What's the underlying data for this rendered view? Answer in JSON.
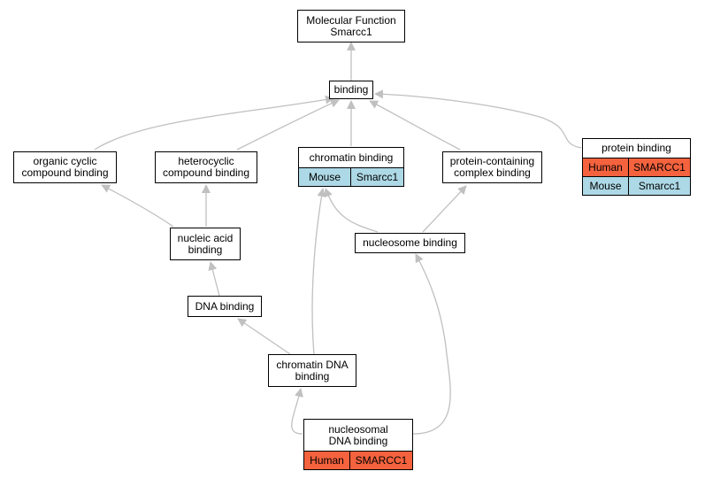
{
  "colors": {
    "edge": "#c0c0c0",
    "human_row": "#f4623e",
    "mouse_row": "#add8e6",
    "node_border": "#000000"
  },
  "nodes": {
    "molecular_function": {
      "line1": "Molecular Function",
      "line2": "Smarcc1"
    },
    "binding": {
      "label": "binding"
    },
    "organic_cyclic": {
      "line1": "organic cyclic",
      "line2": "compound binding"
    },
    "heterocyclic": {
      "line1": "heterocyclic",
      "line2": "compound binding"
    },
    "chromatin_binding": {
      "label": "chromatin binding",
      "species": "Mouse",
      "gene": "Smarcc1"
    },
    "protein_complex": {
      "line1": "protein-containing",
      "line2": "complex binding"
    },
    "protein_binding": {
      "label": "protein binding",
      "rows": [
        {
          "species": "Human",
          "gene": "SMARCC1"
        },
        {
          "species": "Mouse",
          "gene": "Smarcc1"
        }
      ]
    },
    "nucleic_acid": {
      "line1": "nucleic acid",
      "line2": "binding"
    },
    "nucleosome_binding": {
      "label": "nucleosome binding"
    },
    "dna_binding": {
      "label": "DNA binding"
    },
    "chromatin_dna": {
      "line1": "chromatin DNA",
      "line2": "binding"
    },
    "nucleosomal_dna": {
      "line1": "nucleosomal",
      "line2": "DNA binding",
      "species": "Human",
      "gene": "SMARCC1"
    }
  },
  "edges": [
    {
      "from": "binding",
      "to": "molecular_function"
    },
    {
      "from": "organic_cyclic",
      "to": "binding"
    },
    {
      "from": "heterocyclic",
      "to": "binding"
    },
    {
      "from": "chromatin_binding",
      "to": "binding"
    },
    {
      "from": "protein_complex",
      "to": "binding"
    },
    {
      "from": "protein_binding",
      "to": "binding"
    },
    {
      "from": "nucleic_acid",
      "to": "organic_cyclic"
    },
    {
      "from": "nucleic_acid",
      "to": "heterocyclic"
    },
    {
      "from": "nucleosome_binding",
      "to": "chromatin_binding"
    },
    {
      "from": "nucleosome_binding",
      "to": "protein_complex"
    },
    {
      "from": "dna_binding",
      "to": "nucleic_acid"
    },
    {
      "from": "chromatin_dna",
      "to": "dna_binding"
    },
    {
      "from": "chromatin_dna",
      "to": "chromatin_binding"
    },
    {
      "from": "nucleosomal_dna",
      "to": "chromatin_dna"
    },
    {
      "from": "nucleosomal_dna",
      "to": "nucleosome_binding"
    }
  ]
}
